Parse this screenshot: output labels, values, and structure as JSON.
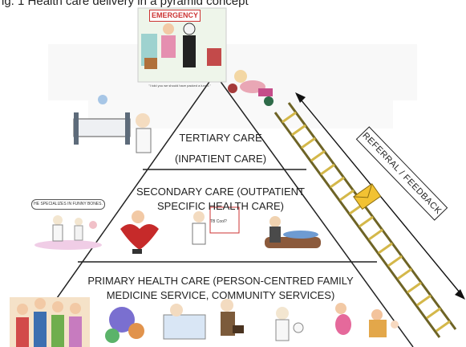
{
  "header_fragment": "ig. 1 Health care delivery in a pyramid concept",
  "tiers": {
    "tertiary": {
      "line1": "TERTIARY CARE",
      "line2": "(INPATIENT CARE)"
    },
    "secondary": {
      "line1": "SECONDARY CARE (OUTPATIENT",
      "line2": "SPECIFIC HEALTH CARE)"
    },
    "primary": {
      "line1": "PRIMARY HEALTH CARE (PERSON-CENTRED FAMILY",
      "line2": "MEDICINE SERVICE, COMMUNITY SERVICES)"
    }
  },
  "referral_label": "REFERRAL / FEEDBACK",
  "cartoons": {
    "emergency_sign": "EMERGENCY",
    "emergency_caption": "\"I told you we should have packed a lunch.\"",
    "speech_bubble": "HE SPECIALIZES IN FUNNY BONES.",
    "tb_sign": "TB Cool?"
  },
  "colors": {
    "ladder": "#d4b84a",
    "ladder_rail": "#6e6426",
    "pyramid_line": "#222222",
    "envelope": "#f2c233",
    "watermark": "#f0f0f0"
  }
}
